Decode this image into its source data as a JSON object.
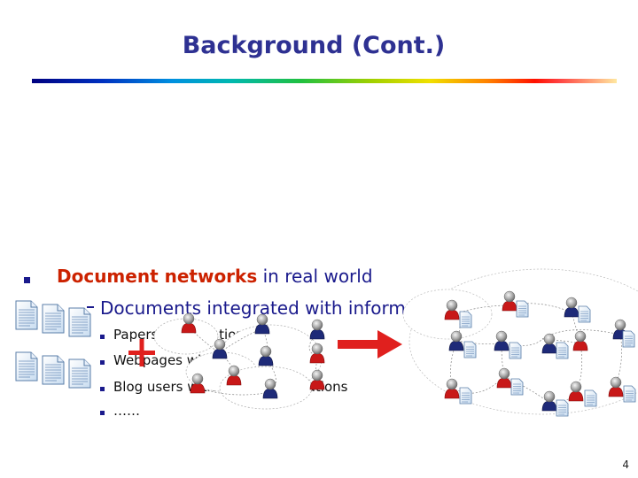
{
  "slide": {
    "title": "Background (Cont.)",
    "page_number": "4"
  },
  "bullets": {
    "level1": {
      "highlight": "Document networks",
      "rest": " in real world"
    },
    "level2": "Documents integrated with information",
    "level3": [
      "Papers with citations",
      "Webpages with hyperlinks",
      "Blog users with friendship relations",
      "……"
    ]
  },
  "diagram": {
    "plus_symbol": "+",
    "colors": {
      "title": "#2e3192",
      "bullet_text": "#1a1a8c",
      "highlight": "#cc2200",
      "plus": "#e0201e",
      "arrow": "#e0201e",
      "user_red": "#c81818",
      "user_blue": "#1e2a78"
    }
  }
}
